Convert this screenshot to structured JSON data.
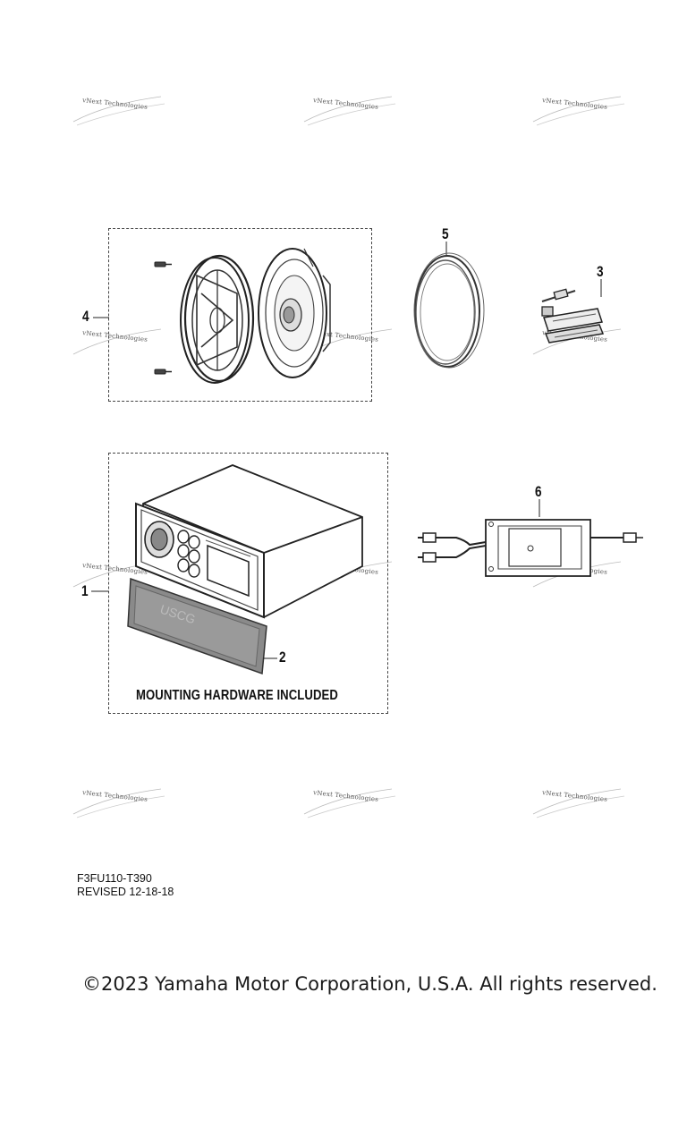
{
  "watermark": {
    "text": "vNext Technologies"
  },
  "callouts": {
    "c1": "1",
    "c2": "2",
    "c3": "3",
    "c4": "4",
    "c5": "5",
    "c6": "6"
  },
  "caption": {
    "mounting": "MOUNTING HARDWARE INCLUDED"
  },
  "drawing": {
    "code": "F3FU110-T390",
    "revised": "REVISED 12-18-18"
  },
  "footer": {
    "copyright": "©2023 Yamaha Motor Corporation, U.S.A. All rights reserved."
  },
  "icons": [
    "speaker-kit-icon",
    "cable-loop-icon",
    "clip-harness-icon",
    "stereo-receiver-icon",
    "faceplate-cover-icon",
    "power-supply-icon"
  ]
}
